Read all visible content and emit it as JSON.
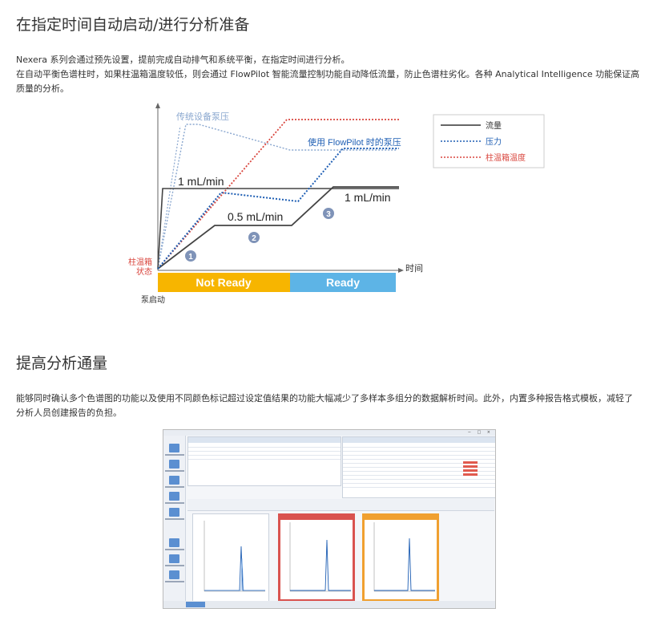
{
  "section1": {
    "title": "在指定时间自动启动/进行分析准备",
    "para_line1": "Nexera 系列会通过预先设置，提前完成自动排气和系统平衡，在指定时间进行分析。",
    "para_line2": "在自动平衡色谱柱时，如果柱温箱温度较低，则会通过 FlowPilot 智能流量控制功能自动降低流量，防止色谱柱劣化。各种 Analytical Intelligence 功能保证高质量的分析。"
  },
  "diagram": {
    "label_conventional_pressure": "传统设备泵压",
    "label_flowpilot_pressure": "使用 FlowPilot 时的泵压",
    "label_flow_1a": "1 mL/min",
    "label_flow_05": "0.5 mL/min",
    "label_flow_1b": "1 mL/min",
    "axis_time": "时间",
    "axis_state_line1": "柱温箱",
    "axis_state_line2": "状态",
    "bar_not_ready": "Not Ready",
    "bar_ready": "Ready",
    "pump_start": "泵启动",
    "step1": "1",
    "step2": "2",
    "step3": "3",
    "legend_flow": "流量",
    "legend_pressure": "压力",
    "legend_temp": "柱温箱温度",
    "colors": {
      "flow": "#333333",
      "pressure": "#1f5fb4",
      "temp": "#d9463e",
      "conventional": "#8aa7cf",
      "not_ready": "#f7b500",
      "ready": "#5db4e6",
      "step_badge": "#7f93b8"
    }
  },
  "section2": {
    "title": "提高分析通量",
    "para": "能够同时确认多个色谱图的功能以及使用不同颜色标记超过设定值结果的功能大幅减少了多样本多组分的数据解析时间。此外，内置多种报告格式模板，减轻了分析人员创建报告的负担。"
  },
  "screenshot": {
    "panel_colors": [
      "#c9d1dc",
      "#d9534f",
      "#f0a030"
    ]
  }
}
